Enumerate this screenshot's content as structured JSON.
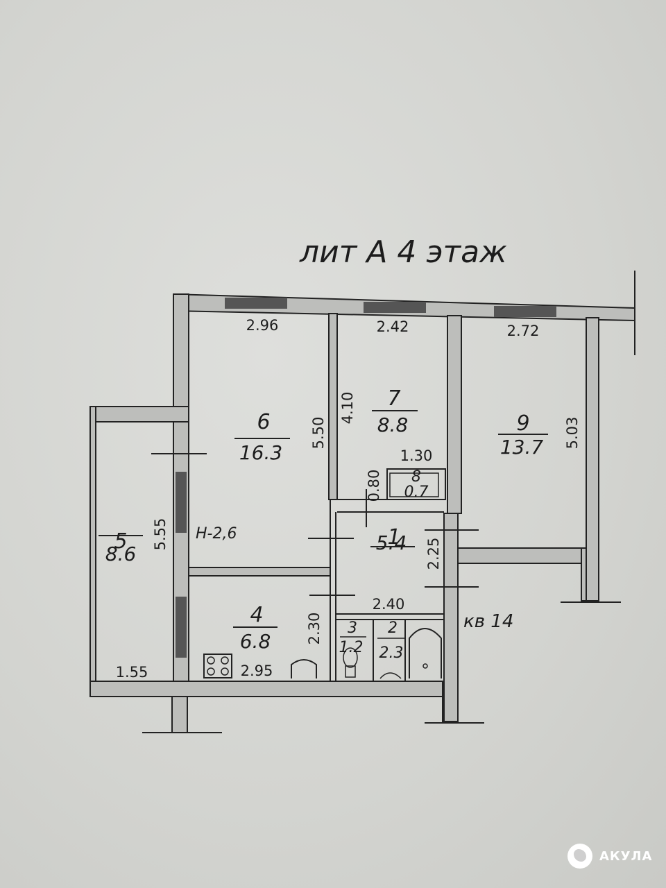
{
  "header": "лит А  4 этаж",
  "apartment": "кв 14",
  "ceiling_height": "Н-2,6",
  "rooms": [
    {
      "number": "1",
      "area": "5.4"
    },
    {
      "number": "2",
      "area": "2.3"
    },
    {
      "number": "3",
      "area": "1.2"
    },
    {
      "number": "4",
      "area": "6.8"
    },
    {
      "number": "5",
      "area": "8.6"
    },
    {
      "number": "6",
      "area": "16.3"
    },
    {
      "number": "7",
      "area": "8.8"
    },
    {
      "number": "8",
      "area": "0.7"
    },
    {
      "number": "9",
      "area": "13.7"
    }
  ],
  "dimensions": {
    "r6_width": "2.96",
    "r6_height": "5.50",
    "r7_width": "2.42",
    "r7_height": "4.10",
    "r9_width": "2.72",
    "r9_height": "5.03",
    "r8_width": "1.30",
    "r8_height": "0.80",
    "r5_height": "5.55",
    "r5_width": "1.55",
    "r4_width": "2.95",
    "r4_height": "2.30",
    "r1_width": "2.40",
    "r1_height": "2.25"
  },
  "watermark": "АКУЛА"
}
